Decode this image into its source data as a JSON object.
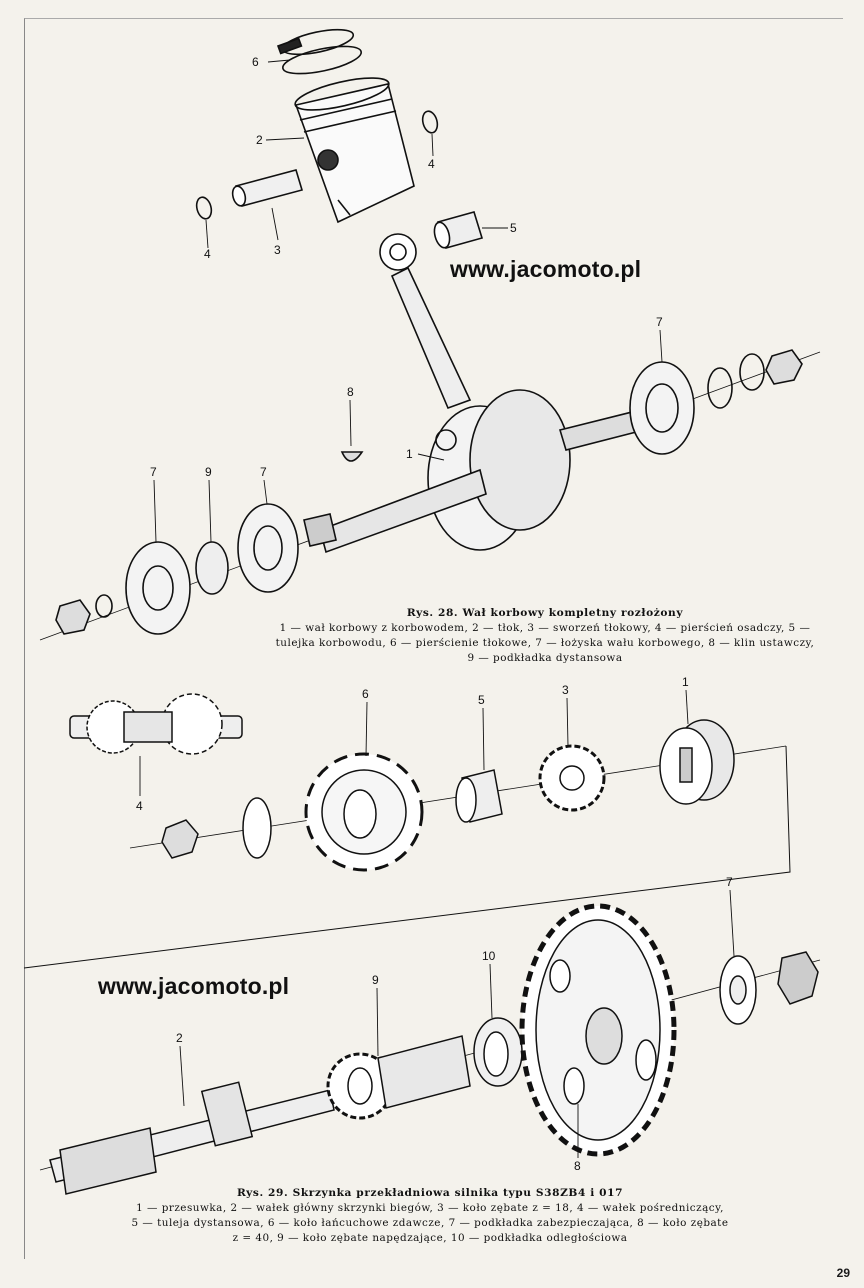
{
  "watermark": "www.jacomoto.pl",
  "page_number": "29",
  "figure_28": {
    "title": "Rys. 28. Wał korbowy kompletny rozłożony",
    "legend_lines": [
      "1 — wał korbowy z korbowodem, 2 — tłok, 3 — sworzeń tłokowy, 4 — pierścień osadczy, 5 —",
      "tulejka korbowodu, 6 — pierścienie tłokowe, 7 — łożyska wału korbowego, 8 — klin ustawczy,",
      "9 — podkładka dystansowa"
    ],
    "part_labels": [
      "1",
      "2",
      "3",
      "4",
      "4",
      "5",
      "6",
      "7",
      "7",
      "7",
      "8",
      "9"
    ]
  },
  "figure_29": {
    "title": "Rys. 29. Skrzynka przekładniowa silnika typu S38ZB4 i 017",
    "legend_lines": [
      "1 — przesuwka, 2 — wałek główny skrzynki biegów, 3 — koło zębate z = 18, 4 — wałek pośredniczący,",
      "5 — tuleja dystansowa, 6 — koło łańcuchowe zdawcze, 7 — podkładka zabezpieczająca, 8 — koło zębate",
      "z = 40, 9 — koło zębate napędzające, 10 — podkładka odległościowa"
    ],
    "part_labels": [
      "1",
      "2",
      "3",
      "4",
      "5",
      "6",
      "7",
      "8",
      "9",
      "10"
    ]
  }
}
